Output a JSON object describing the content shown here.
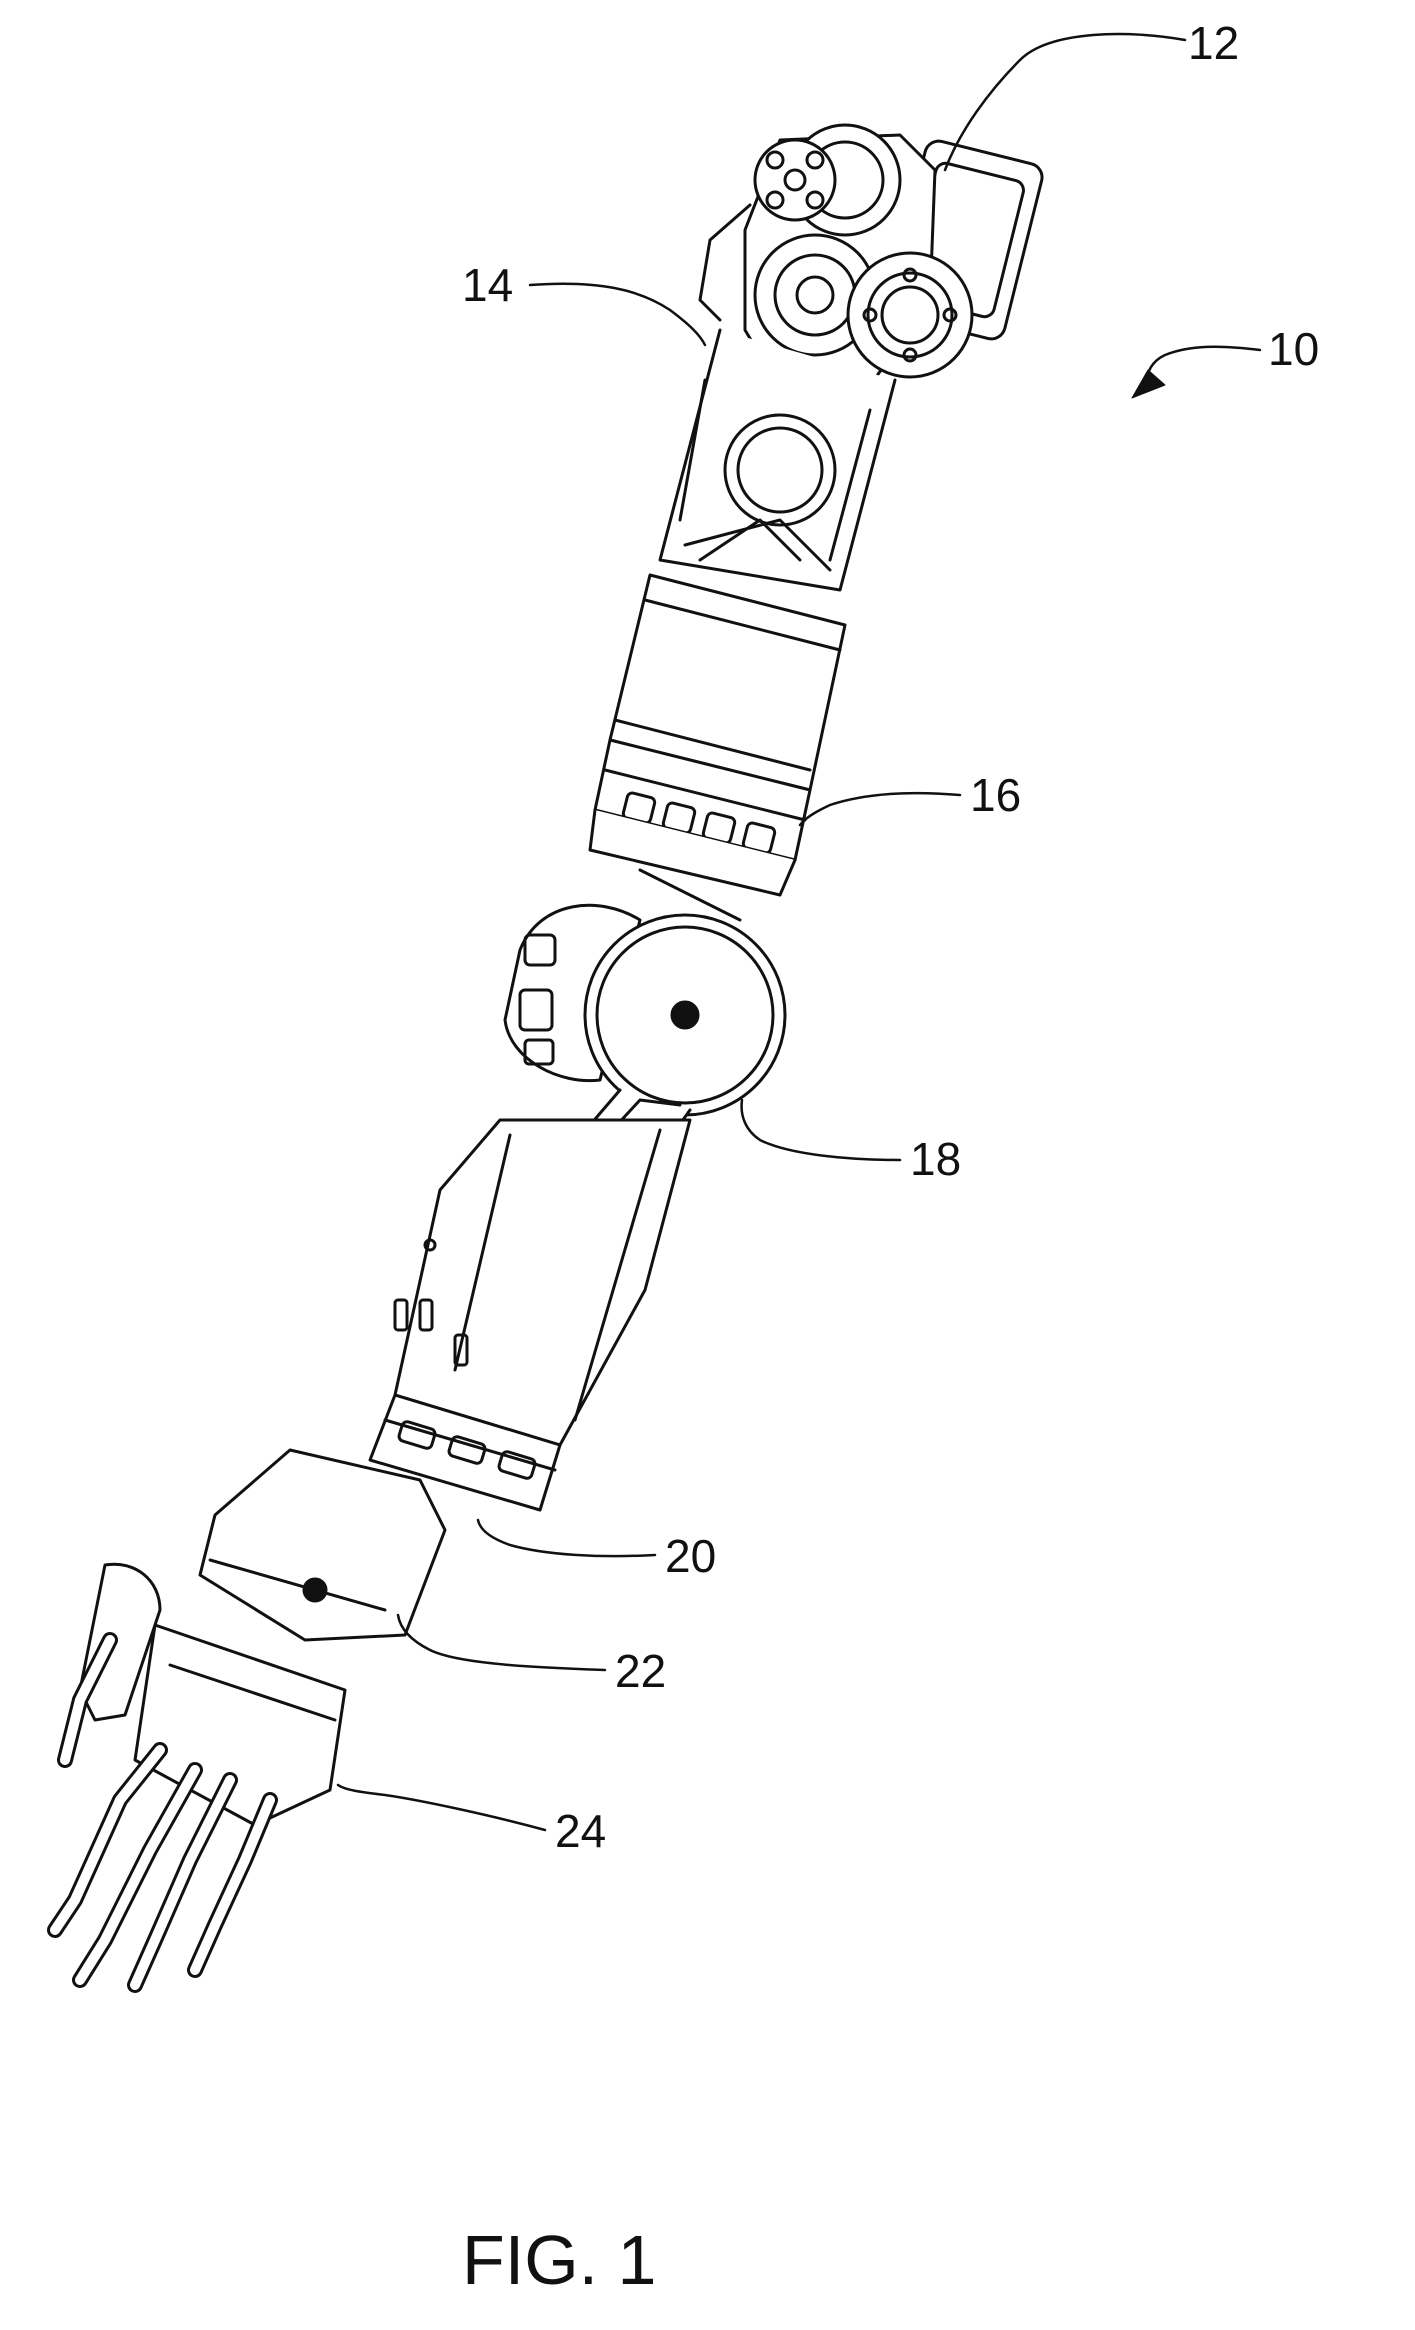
{
  "figure": {
    "caption": "FIG. 1",
    "reference_numerals": {
      "arm": "10",
      "shoulder": "12",
      "upper_arm_linkage": "14",
      "upper_arm_joint": "16",
      "elbow_joint": "18",
      "forearm_joint": "20",
      "wrist": "22",
      "hand": "24"
    }
  }
}
